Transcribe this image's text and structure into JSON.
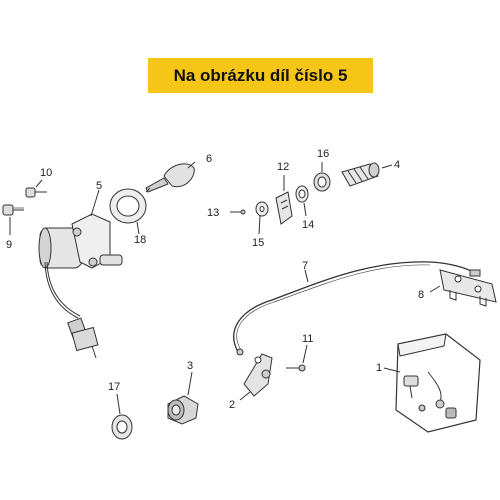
{
  "header": {
    "title": "Na obrázku díl číslo 5"
  },
  "parts": {
    "p1": "1",
    "p2": "2",
    "p3": "3",
    "p4": "4",
    "p5": "5",
    "p6": "6",
    "p7": "7",
    "p8": "8",
    "p9": "9",
    "p10": "10",
    "p11": "11",
    "p12": "12",
    "p13": "13",
    "p14": "14",
    "p15": "15",
    "p16": "16",
    "p17": "17",
    "p18": "18"
  },
  "colors": {
    "banner": "#f5c518",
    "line": "#333333",
    "part_fill": "#dcdcdc"
  }
}
